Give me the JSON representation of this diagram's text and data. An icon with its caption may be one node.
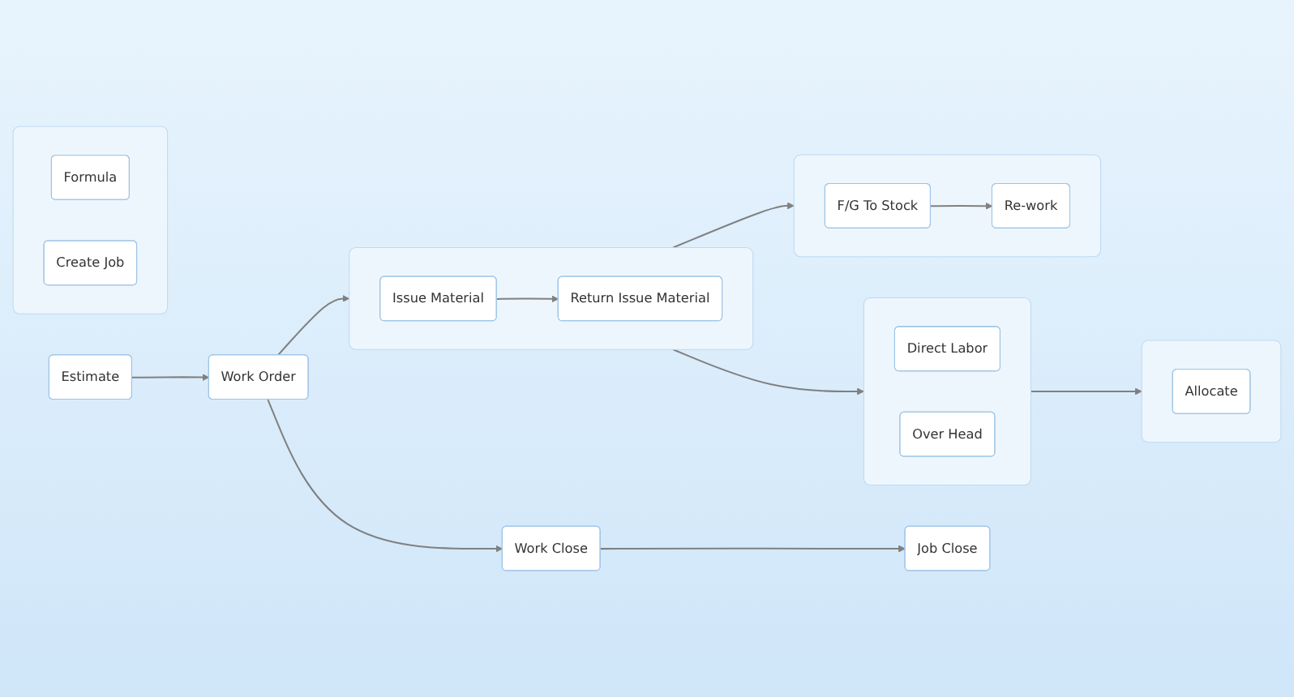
{
  "diagram": {
    "nodes": [
      {
        "text": [
          "Estimate"
        ]
      },
      {
        "text": [
          "Work Order"
        ]
      },
      {
        "text": [
          "Work Close"
        ]
      },
      {
        "text": [
          "Job Close"
        ]
      },
      {
        "text": [],
        "shape": "box"
      },
      {
        "text": [
          "Formula"
        ],
        "in": 4
      },
      {
        "text": [
          "Create Job"
        ],
        "in": 4
      },
      {
        "text": [],
        "shape": "box"
      },
      {
        "text": [
          "Issue Material"
        ],
        "in": 7
      },
      {
        "text": [
          "Return Issue Material"
        ],
        "in": 7
      },
      {
        "text": [],
        "shape": "box"
      },
      {
        "text": [
          "Direct Labor"
        ],
        "in": 10
      },
      {
        "text": [
          "Over Head"
        ],
        "in": 10
      },
      {
        "text": [],
        "shape": "box"
      },
      {
        "text": [
          "Allocate"
        ],
        "in": 13
      },
      {
        "text": [],
        "shape": "box"
      },
      {
        "text": [
          "F/G To Stock"
        ],
        "in": 15
      },
      {
        "text": [
          "Re-work"
        ],
        "in": 15
      }
    ],
    "edges": [
      {
        "from": 0,
        "to": 1,
        "arrow": "to"
      },
      {
        "from": 1,
        "to": 2,
        "arrow": "to"
      },
      {
        "from": 2,
        "to": 3,
        "arrow": "to"
      },
      {
        "from": 1,
        "to": 7,
        "arrow": "to"
      },
      {
        "from": 8,
        "to": 9,
        "arrow": "to"
      },
      {
        "from": 7,
        "to": 10,
        "arrow": "to"
      },
      {
        "from": 10,
        "to": 13,
        "arrow": "to"
      },
      {
        "from": 7,
        "to": 15,
        "arrow": "to"
      },
      {
        "from": 16,
        "to": 17,
        "arrow": "to"
      }
    ]
  }
}
